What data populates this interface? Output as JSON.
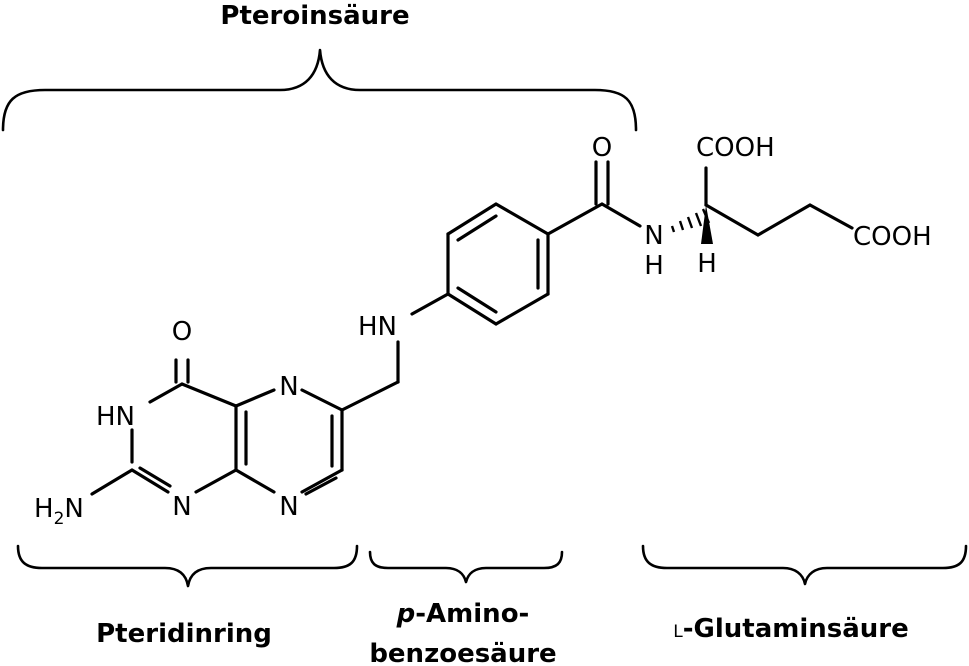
{
  "groups": {
    "pteroic_acid": "Pteroinsäure",
    "pteridine_ring": "Pteridinring",
    "paba_line1_italic": "p",
    "paba_line1_rest": "-Amino-",
    "paba_line2": "benzoesäure",
    "glutamic_prefix": "L",
    "glutamic_rest": "-Glutaminsäure"
  },
  "atoms": {
    "carbonyl_o_ring": "O",
    "hn_ring": "HN",
    "h2n_h": "H",
    "h2n_sub": "2",
    "h2n_n": "N",
    "n_ring_bottom_left": "N",
    "n_ring_bottom_right": "N",
    "n_ring_top": "N",
    "hn_linker": "HN",
    "amide_o": "O",
    "amide_n": "N",
    "amide_h": "H",
    "alpha_h": "H",
    "cooh_alpha": "COOH",
    "cooh_side": "COOH"
  }
}
